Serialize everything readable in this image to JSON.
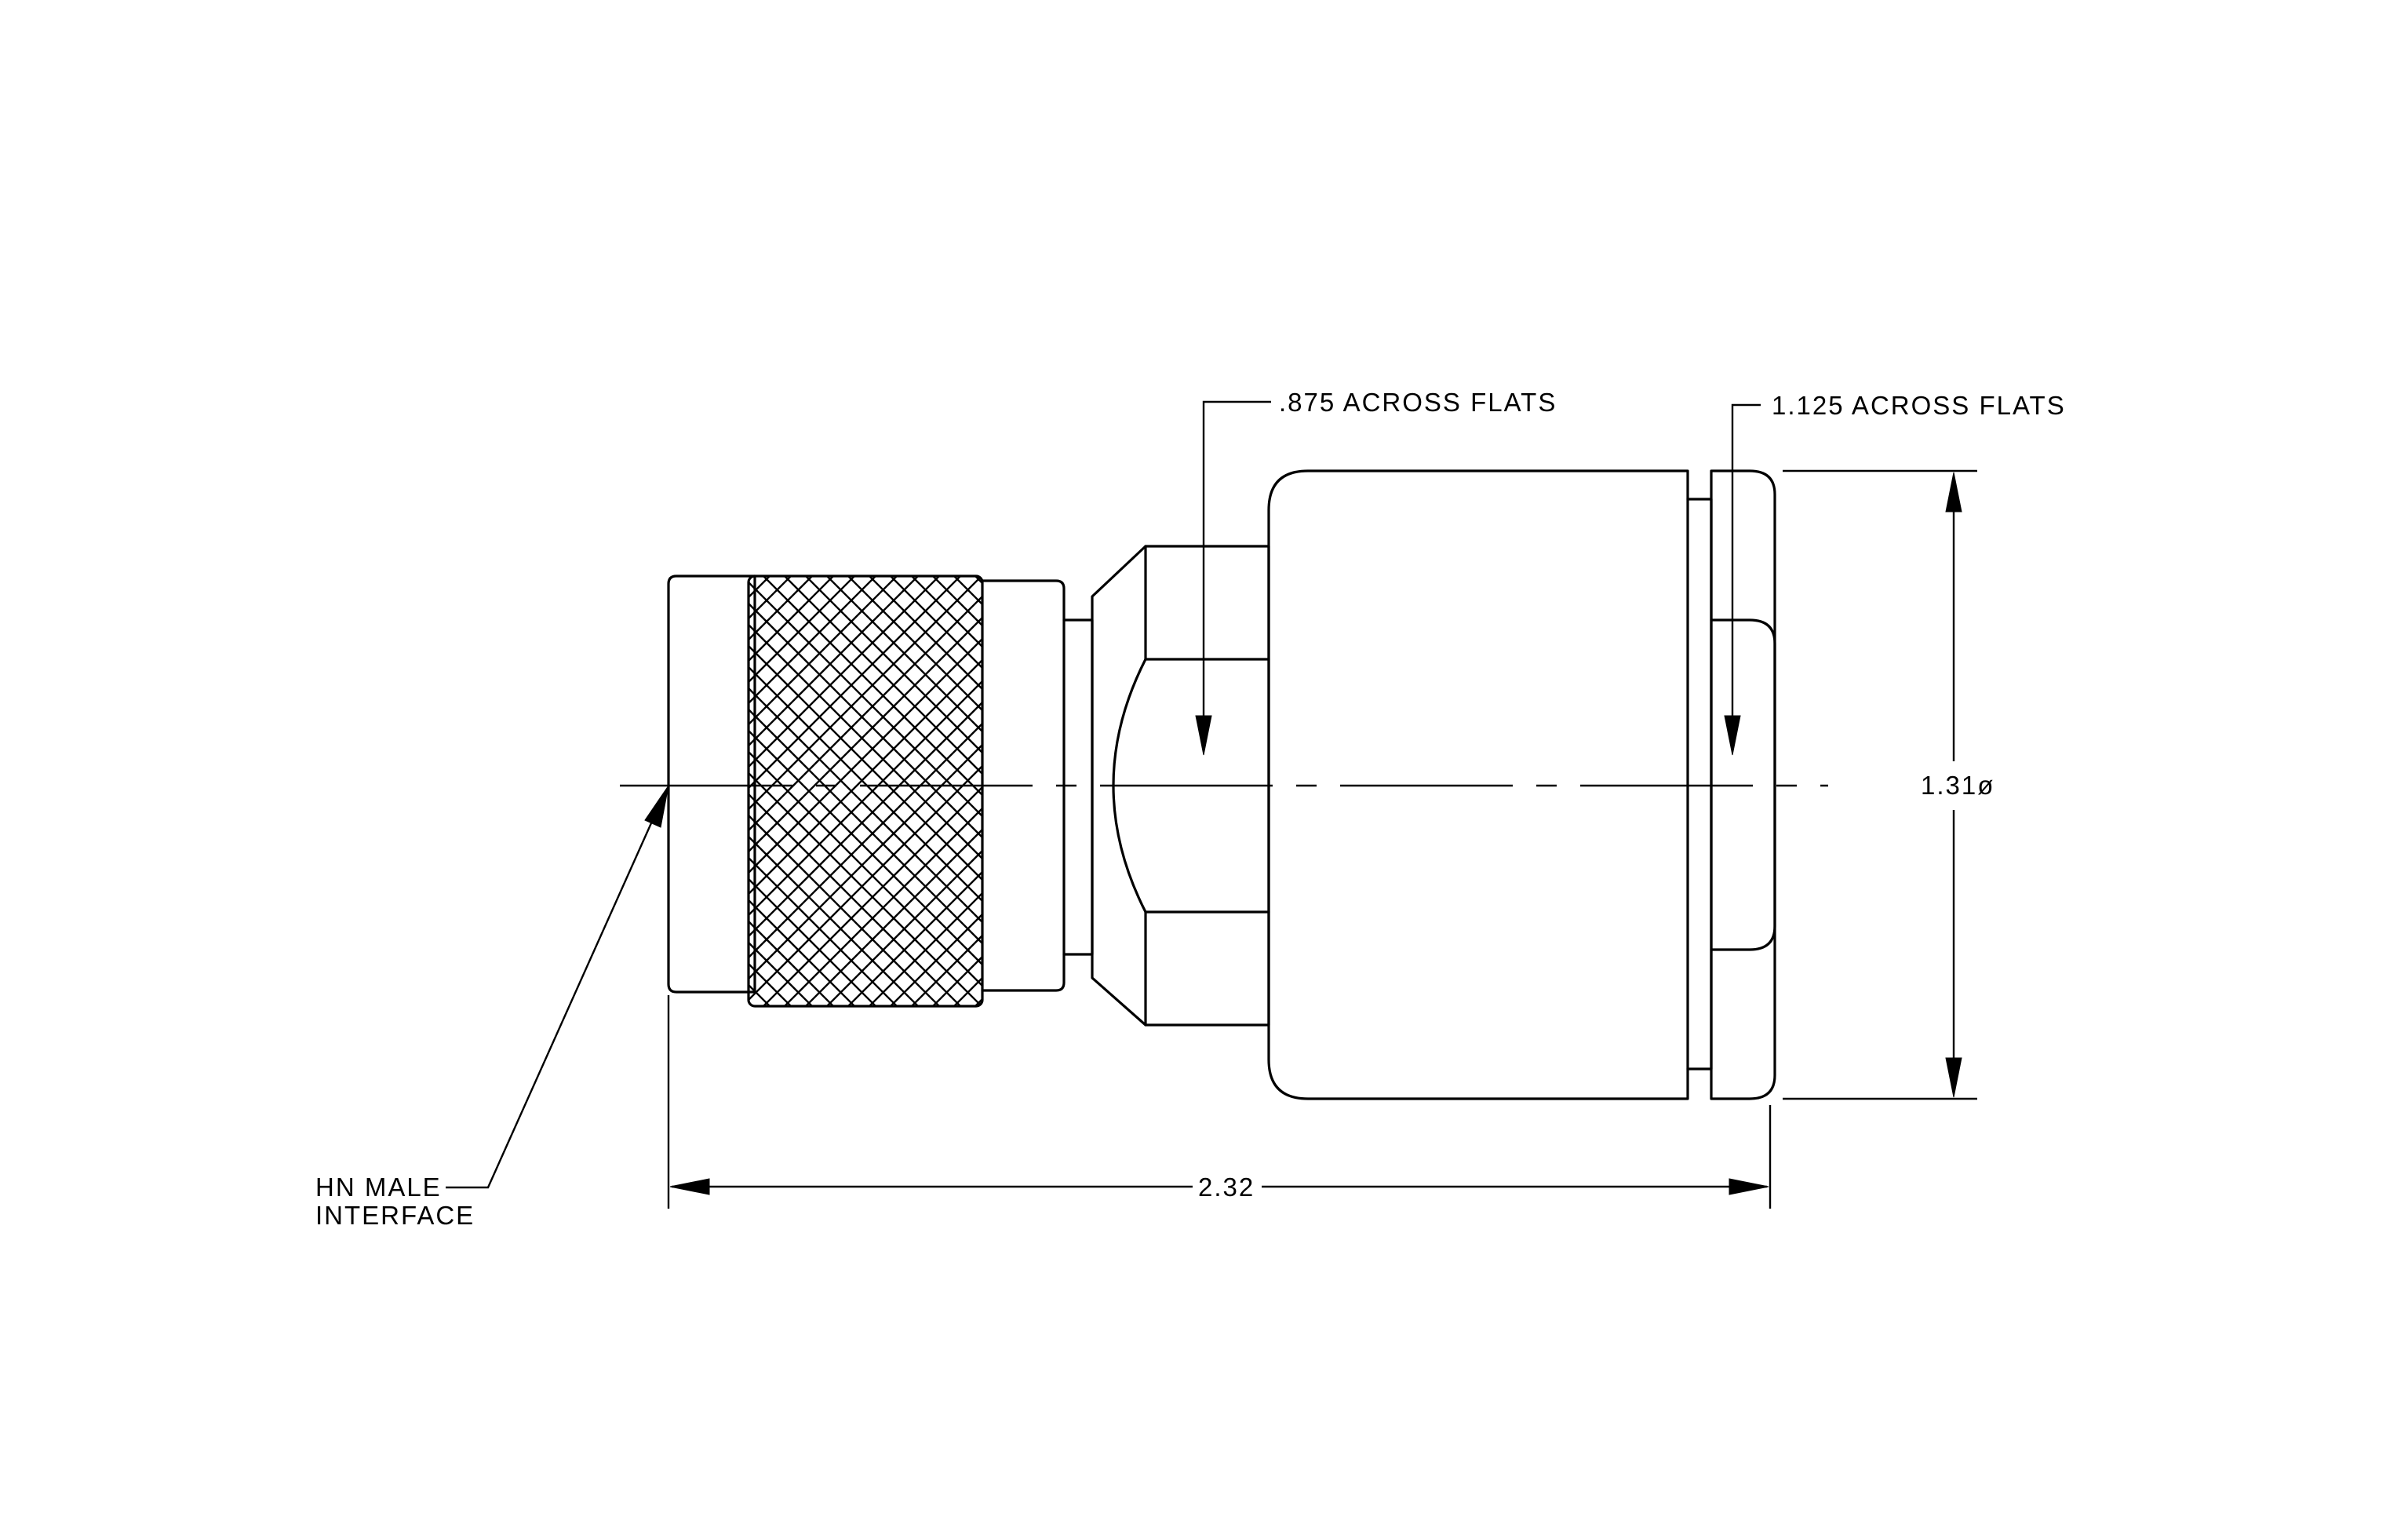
{
  "labels": {
    "flats_small": ".875  ACROSS  FLATS",
    "flats_large": "1.125  ACROSS  FLATS",
    "diameter": "1.31ø",
    "length": "2.32",
    "interface_line1": "HN  MALE",
    "interface_line2": "INTERFACE"
  }
}
